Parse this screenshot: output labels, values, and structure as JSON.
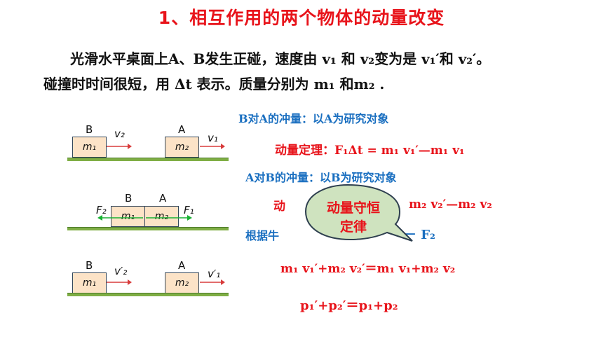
{
  "title": "1、相互作用的两个物体的动量改变",
  "intro": {
    "line1": "光滑水平桌面上A、B发生正碰，速度由 v₁ 和 v₂变为是 v₁′和 v₂′。",
    "line2": "碰撞时时间很短，用 Δt 表示。质量分别为 m₁ 和m₂ ."
  },
  "diagram": {
    "row1": {
      "label_b": "B",
      "label_a": "A",
      "mass_b": "m₁",
      "mass_a": "m₂",
      "vel_b": "v₂",
      "vel_a": "v₁"
    },
    "row2": {
      "label_b": "B",
      "label_a": "A",
      "mass_b": "m₁",
      "mass_a": "m₂",
      "force_left": "F₂",
      "force_right": "F₁"
    },
    "row3": {
      "label_b": "B",
      "label_a": "A",
      "mass_b": "m₁",
      "mass_a": "m₂",
      "vel_b": "v′₂",
      "vel_a": "v′₁"
    }
  },
  "derivation": {
    "b_on_a": "B对A的冲量：以A为研究对象",
    "eq1": "动量定理：F₁Δt  = m₁  v₁′—m₁ v₁",
    "a_on_b": "A对B的冲量：以B为研究对象",
    "eq2_left": "动",
    "eq2_right": "m₂  v₂′—m₂ v₂",
    "newton_left": "根据牛",
    "newton_right": "－ F₂",
    "eq3": "m₁  v₁′+m₂  v₂′＝m₁ v₁+m₂ v₂",
    "eq4": "p₁′+p₂′＝p₁+p₂"
  },
  "callout": {
    "line1": "动量守恒",
    "line2": "定律"
  },
  "colors": {
    "title": "#e8141b",
    "blue_text": "#1a6fc0",
    "block_fill": "#fce3c7",
    "ground": "#7fae45",
    "bubble_fill": "#cfe3bf",
    "bubble_stroke": "#2e3f4f"
  }
}
